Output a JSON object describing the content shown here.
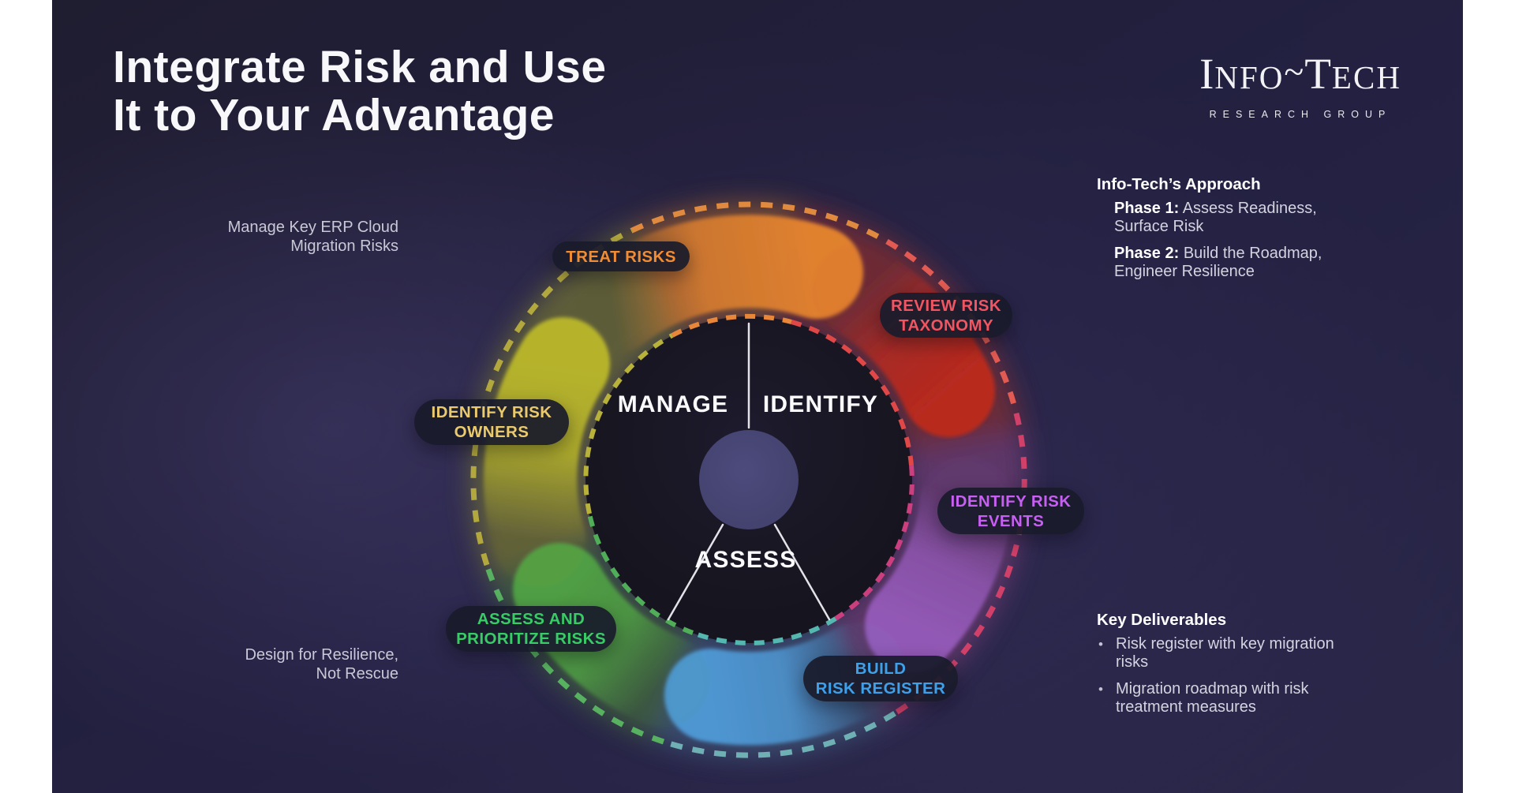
{
  "title": {
    "line1": "Integrate Risk and Use",
    "line2": "It to Your Advantage"
  },
  "captions": {
    "top_line1": "Manage Key ERP Cloud",
    "top_line2": "Migration Risks",
    "bottom_line1": "Design for Resilience,",
    "bottom_line2": "Not Rescue"
  },
  "logo": {
    "cap1": "I",
    "part1": "NFO",
    "tilde": "~",
    "cap2": "T",
    "part2": "ECH",
    "sub": "RESEARCH GROUP"
  },
  "approach": {
    "heading": "Info-Tech’s Approach",
    "phases": [
      {
        "label": "Phase 1:",
        "text": " Assess Readiness, Surface Risk"
      },
      {
        "label": "Phase 2:",
        "text": " Build the Roadmap, Engineer Resilience"
      }
    ]
  },
  "deliverables": {
    "heading": "Key Deliverables",
    "bullet_char": "•",
    "items": [
      "Risk register with key migration risks",
      "Migration roadmap with risk treatment measures"
    ]
  },
  "wheel": {
    "center_labels": [
      "MANAGE",
      "IDENTIFY",
      "ASSESS"
    ],
    "pills": [
      {
        "id": "treat-risks",
        "lines": [
          "TREAT RISKS"
        ],
        "color": "#f28c33"
      },
      {
        "id": "review-risk-taxonomy",
        "lines": [
          "REVIEW RISK",
          "TAXONOMY"
        ],
        "color": "#f15562"
      },
      {
        "id": "identify-risk-events",
        "lines": [
          "IDENTIFY RISK",
          "EVENTS"
        ],
        "color": "#c75ff2"
      },
      {
        "id": "build-risk-register",
        "lines": [
          "BUILD",
          "RISK REGISTER"
        ],
        "color": "#3fa0ea"
      },
      {
        "id": "assess-prioritize-risks",
        "lines": [
          "ASSESS AND",
          "PRIORITIZE RISKS"
        ],
        "color": "#38cc66"
      },
      {
        "id": "identify-risk-owners",
        "lines": [
          "IDENTIFY RISK",
          "OWNERS"
        ],
        "color": "#eaca6d"
      }
    ],
    "petals": [
      "#e0812f",
      "#b7291f",
      "#9258b5",
      "#4e96d1",
      "#4f9e44",
      "#b6b32b"
    ],
    "haze": [
      "#8a5530",
      "#7a2f35",
      "#6b3a70",
      "#3c5577",
      "#41603c",
      "#6a6a35"
    ],
    "outer_dashes": [
      "#b3a83e",
      "#e08a40",
      "#e25a52",
      "#d04069",
      "#6fb0b4",
      "#57b160"
    ],
    "inner_dashes": [
      "#b9b23a",
      "#e8863a",
      "#e04848",
      "#cb3f7e",
      "#55b8b0",
      "#4fae57"
    ],
    "divider_color": "#eeeef4",
    "hub_color": "#4a4878",
    "disc_color": "#16141f"
  },
  "colors": {
    "slide_bg": "#232041",
    "text_muted": "#c9c8d6",
    "text_body": "#d4d3e0",
    "white": "#ffffff"
  }
}
